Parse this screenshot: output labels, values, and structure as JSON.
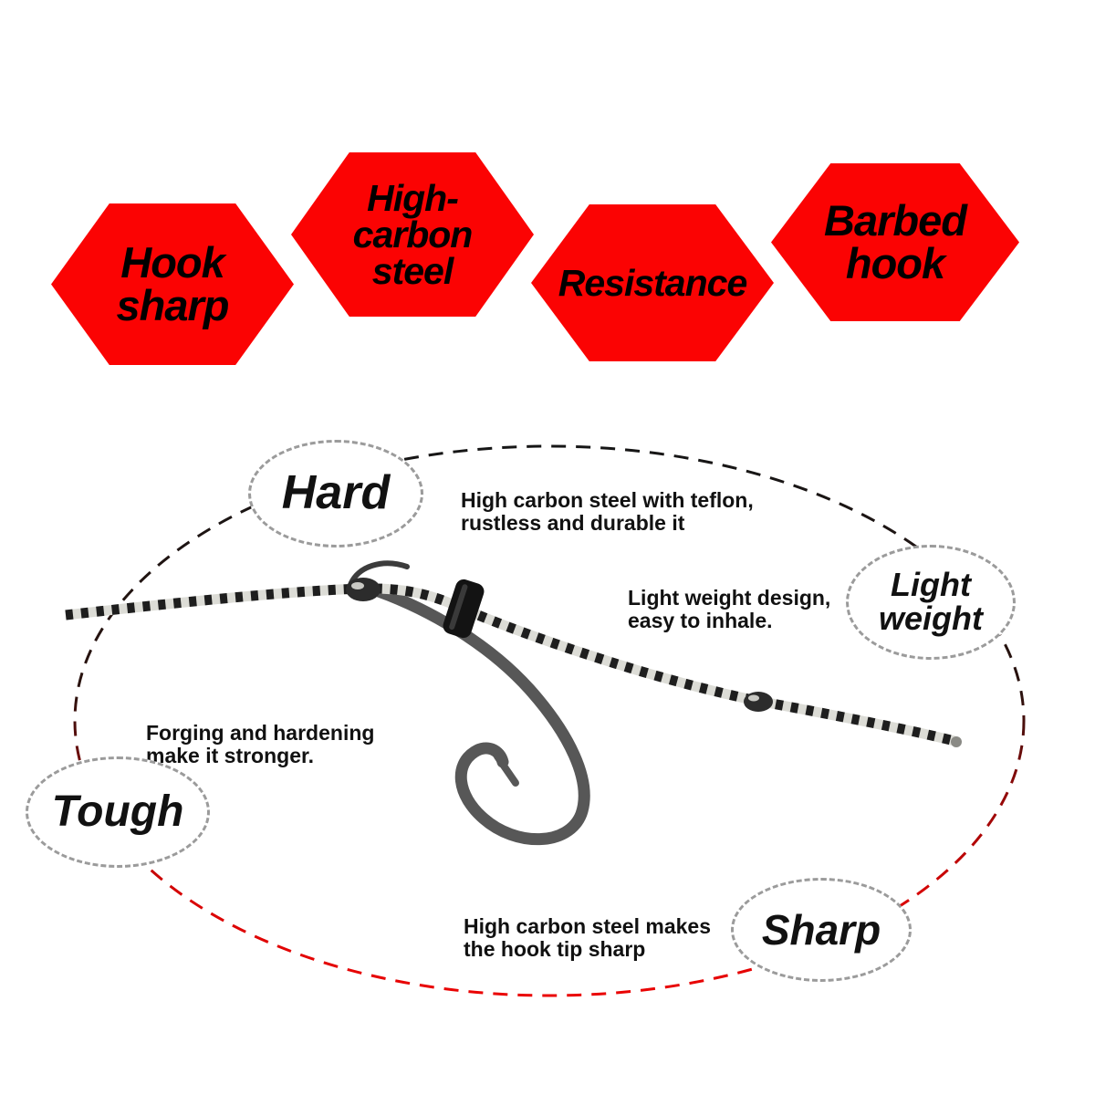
{
  "colors": {
    "badge_red": "#fb0303",
    "badge_text": "#000000",
    "label_text": "#111111",
    "desc_text": "#111111",
    "label_border": "#9b9b9b",
    "ellipse_top_black": "#161616",
    "ellipse_bottom_red": "#ea0303"
  },
  "badges": {
    "items": [
      {
        "name": "hook-sharp",
        "lines": [
          "Hook",
          "sharp"
        ]
      },
      {
        "name": "high-carbon-steel",
        "lines": [
          "High-",
          "carbon",
          "steel"
        ]
      },
      {
        "name": "resistance",
        "lines": [
          "Resistance"
        ]
      },
      {
        "name": "barbed-hook",
        "lines": [
          "Barbed",
          "hook"
        ]
      }
    ]
  },
  "features": {
    "hard": {
      "label": "Hard",
      "desc": [
        "High carbon steel with teflon,",
        "rustless and durable it"
      ]
    },
    "light_weight": {
      "label_line1": "Light",
      "label_line2": "weight",
      "desc": [
        "Light weight design,",
        "easy to inhale."
      ]
    },
    "tough": {
      "label": "Tough",
      "desc": [
        "Forging and hardening",
        "make it stronger."
      ]
    },
    "sharp": {
      "label": "Sharp",
      "desc": [
        "High carbon steel makes",
        "the hook tip sharp"
      ]
    }
  },
  "illustration": {
    "subject": "barbed fishing hook tied to black-and-white braided line with crimp sleeve and knots"
  }
}
